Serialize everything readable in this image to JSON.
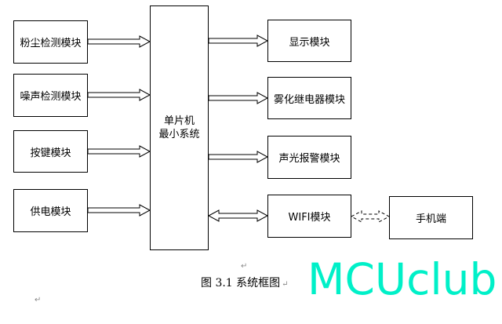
{
  "inputs": [
    {
      "label": "粉尘检测模块"
    },
    {
      "label": "噪声检测模块"
    },
    {
      "label": "按键模块"
    },
    {
      "label": "供电模块"
    }
  ],
  "mcu": {
    "line1": "单片机",
    "line2": "最小系统"
  },
  "outputs": [
    {
      "label": "显示模块"
    },
    {
      "label": "雾化继电器模块"
    },
    {
      "label": "声光报警模块"
    },
    {
      "label": "WIFI模块"
    }
  ],
  "phone": {
    "label": "手机端"
  },
  "caption": "图 3.1 系统框图",
  "paragraph_mark": "↵",
  "watermark": "MCUclub"
}
